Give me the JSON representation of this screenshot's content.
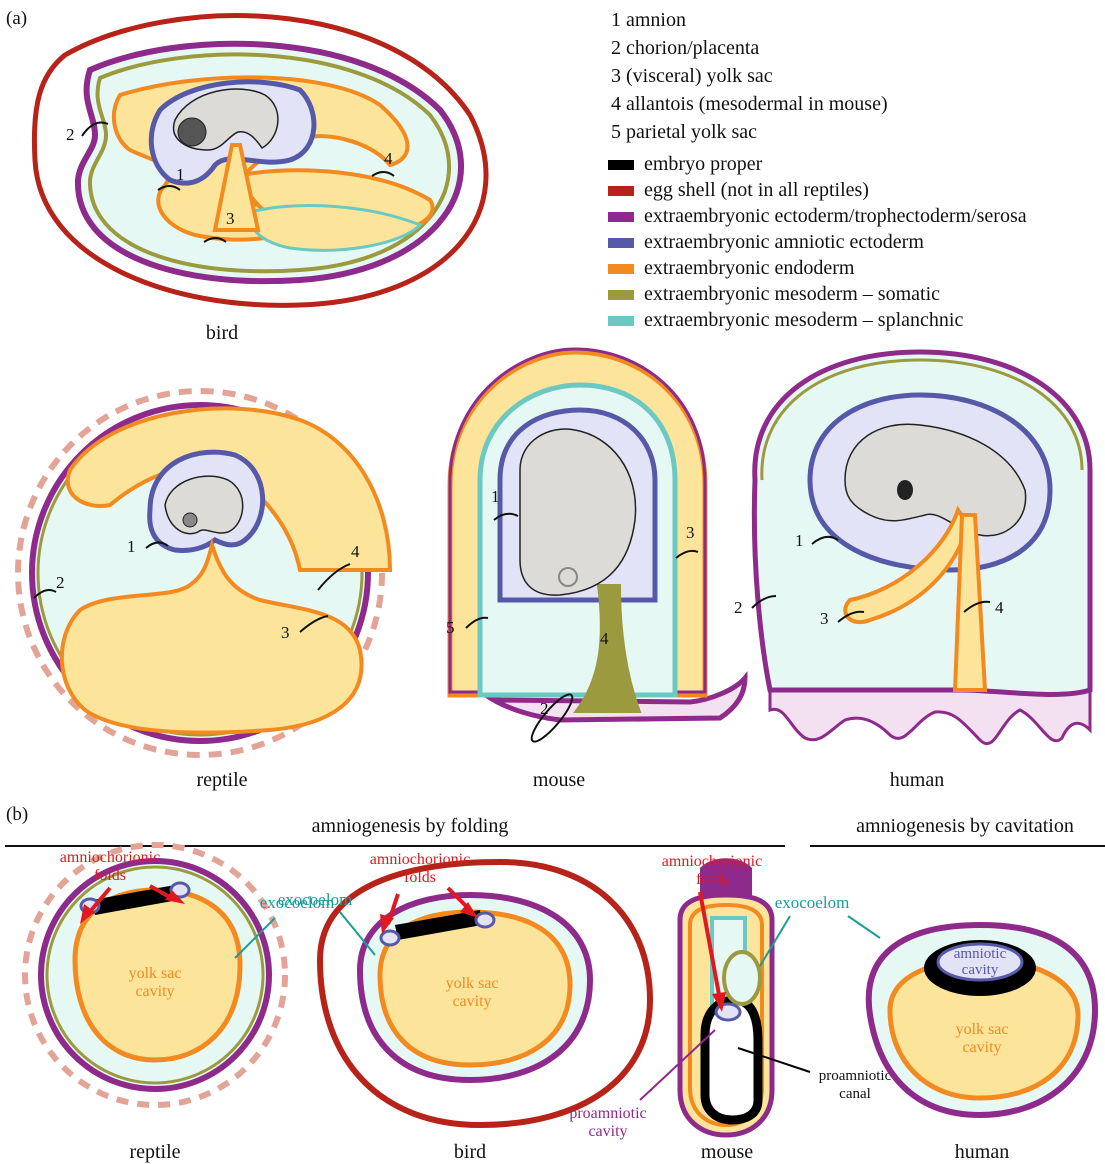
{
  "panel_labels": {
    "a": "(a)",
    "b": "(b)"
  },
  "numbered_legend": [
    "1 amnion",
    "2 chorion/placenta",
    "3 (visceral) yolk sac",
    "4 allantois (mesodermal in mouse)",
    "5 parietal yolk sac"
  ],
  "color_legend": [
    {
      "label": "embryo proper",
      "color": "#000000"
    },
    {
      "label": "egg shell (not in all reptiles)",
      "color": "#b72318"
    },
    {
      "label": "extraembryonic ectoderm/trophectoderm/serosa",
      "color": "#8e2a8c"
    },
    {
      "label": "extraembryonic amniotic ectoderm",
      "color": "#5659a8"
    },
    {
      "label": "extraembryonic endoderm",
      "color": "#f28a1f"
    },
    {
      "label": "extraembryonic mesoderm – somatic",
      "color": "#9c9a3e"
    },
    {
      "label": "extraembryonic mesoderm – splanchnic",
      "color": "#6cc9c2"
    }
  ],
  "species": {
    "bird": "bird",
    "reptile": "reptile",
    "mouse": "mouse",
    "human": "human"
  },
  "numbers": {
    "n1": "1",
    "n2": "2",
    "n3": "3",
    "n4": "4",
    "n5": "5"
  },
  "section_b": {
    "folding": "amniogenesis by folding",
    "cavitation": "amniogenesis by cavitation",
    "folds_line1": "amniochorionic",
    "folds_line2": "folds",
    "exocoelom": "exocoelom",
    "yolk_line1": "yolk sac",
    "yolk_line2": "cavity",
    "amniotic_line1": "amniotic",
    "amniotic_line2": "cavity",
    "proam_canal_1": "proamniotic",
    "proam_canal_2": "canal",
    "proam_cavity_1": "proamniotic",
    "proam_cavity_2": "cavity"
  },
  "colors": {
    "shell": "#b72318",
    "ecto": "#8e2a8c",
    "amnio": "#5659a8",
    "endo": "#f28a1f",
    "somatic": "#9c9a3e",
    "splanch": "#6cc9c2",
    "yolk_fill": "#fde49b",
    "exo_fill": "#e6f8f4",
    "amnion_fill": "#e3e3f7",
    "embryo_fill": "#dcdbd8",
    "placenta_fill": "#f3e0f1",
    "dashed_shell": "#e3a497"
  }
}
